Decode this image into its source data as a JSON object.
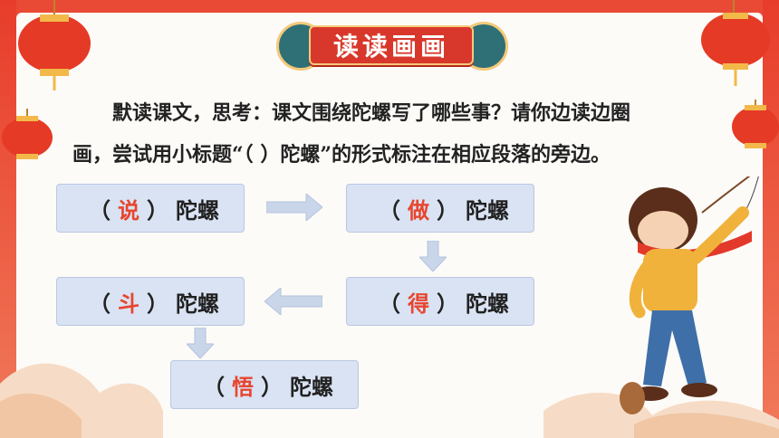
{
  "title": "读读画画",
  "instruction": {
    "line1": "默读课文，思考：课文围绕陀螺写了哪些事？请你边读边圈",
    "line2": "画，尝试用小标题“（    ）陀螺”的形式标注在相应段落的旁边。"
  },
  "boxes": {
    "b1": {
      "open": "（",
      "fill": "说",
      "close": "）",
      "word": "陀螺"
    },
    "b2": {
      "open": "（",
      "fill": "做",
      "close": "）",
      "word": "陀螺"
    },
    "b3": {
      "open": "（",
      "fill": "得",
      "close": "）",
      "word": "陀螺"
    },
    "b4": {
      "open": "（",
      "fill": "斗",
      "close": "）",
      "word": "陀螺"
    },
    "b5": {
      "open": "（",
      "fill": "悟",
      "close": "）",
      "word": "陀螺"
    }
  },
  "colors": {
    "accent": "#e8452f",
    "box_fill": "#d9e3f3",
    "arrow": "#c9d6ea",
    "banner": "#d8382b",
    "teal": "#2f6f76"
  }
}
